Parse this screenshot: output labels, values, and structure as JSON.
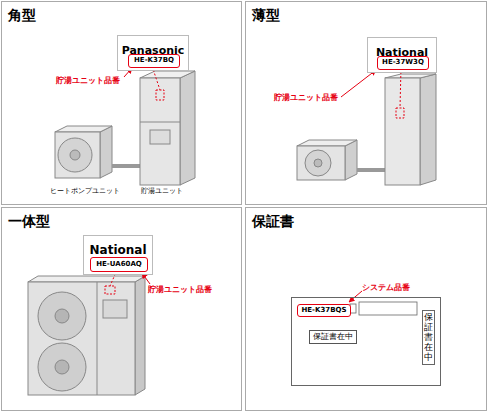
{
  "diagram": {
    "nodes": [
      {
        "text": [
          "角型"
        ]
      },
      {
        "text": [
          "Panasonic"
        ],
        "in": 0
      },
      {
        "text": [
          "HE-K37BQ"
        ],
        "in": 1
      },
      {
        "text": [
          "薄型"
        ]
      },
      {
        "text": [
          "National"
        ],
        "in": 3
      },
      {
        "text": [
          "HE-37W3Q"
        ],
        "in": 4
      },
      {
        "text": [
          "一体型"
        ]
      },
      {
        "text": [
          "National"
        ],
        "in": 6
      },
      {
        "text": [
          "HE-UA60AQ"
        ],
        "in": 7
      },
      {
        "text": [
          "保証書"
        ]
      },
      {
        "text": [
          "保証書在中"
        ],
        "in": 9
      },
      {
        "text": [
          "HE-K37BQS"
        ],
        "in": 10
      },
      {
        "text": [
          "保証書在中"
        ],
        "in": 10
      }
    ],
    "labels": [
      "貯湯ユニット品番",
      "ヒートポンプユニット",
      "貯湯ユニット",
      "貯湯ユニット品番",
      "貯湯ユニット品番",
      "システム品番"
    ]
  }
}
